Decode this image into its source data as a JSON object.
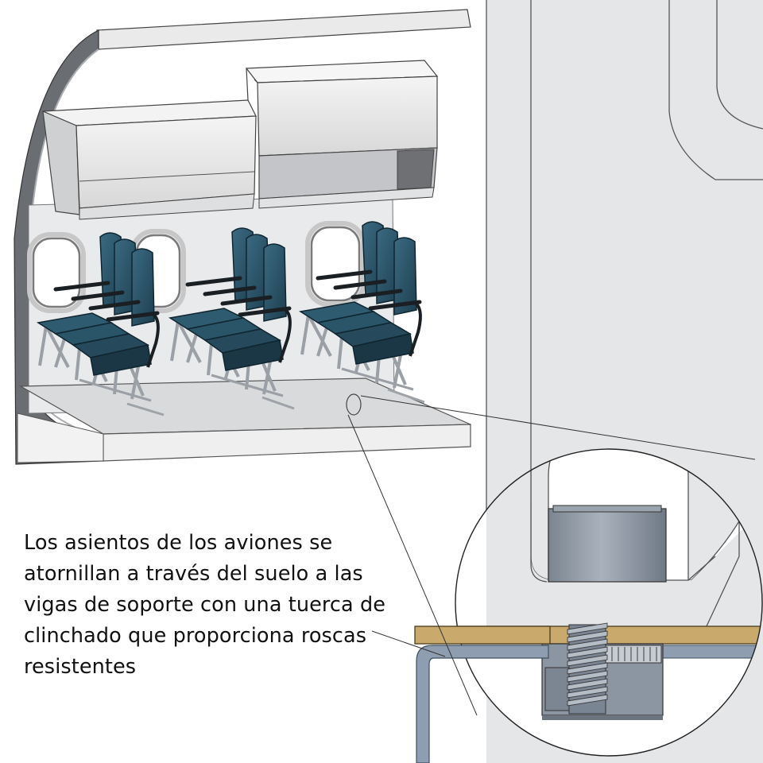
{
  "caption": {
    "line1": "Los asientos de los aviones se",
    "line2": "atornillan a través del suelo a las",
    "line3": "vigas de soporte con una tuerca de",
    "line4": "clinchado que proporciona roscas",
    "line5": "resistentes"
  },
  "colors": {
    "seat": "#2b5266",
    "fuselage": "#e2e3e5",
    "floor_panel": "#c9aa6c",
    "beam": "#8a9aab",
    "nut": "#8c96a2",
    "outline": "#3a3a3a"
  },
  "icons": [
    "airplane-cabin-cutaway",
    "seat-row",
    "clinch-nut",
    "magnifier-circle"
  ]
}
